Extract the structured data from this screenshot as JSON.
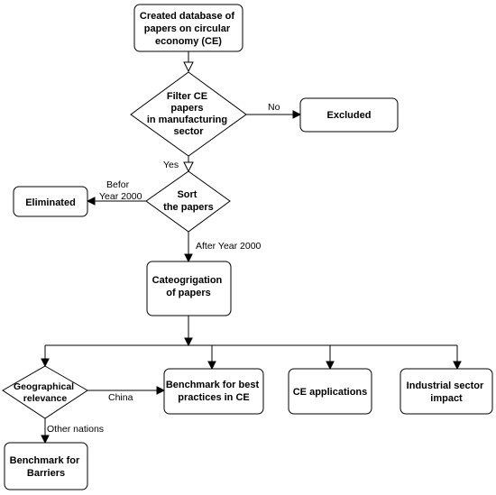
{
  "nodes": {
    "created_db": [
      "Created database of",
      "papers on circular",
      "economy (CE)"
    ],
    "filter": [
      "Filter CE",
      "papers",
      "in manufacturing",
      "sector"
    ],
    "excluded": [
      "Excluded"
    ],
    "sort": [
      "Sort",
      "the papers"
    ],
    "eliminated": [
      "Eliminated"
    ],
    "categorization": [
      "Cateogrigation",
      "of papers"
    ],
    "geo": [
      "Geographical",
      "relevance"
    ],
    "benchmark_best": [
      "Benchmark for best",
      "practices in CE"
    ],
    "ce_apps": [
      "CE applications"
    ],
    "industrial": [
      "Industrial sector",
      "impact"
    ],
    "benchmark_barriers": [
      "Benchmark for",
      "Barriers"
    ]
  },
  "edges": {
    "no": "No",
    "yes": "Yes",
    "before_2000": [
      "Befor",
      "Year 2000"
    ],
    "after_2000": "After Year 2000",
    "china": "China",
    "other_nations": "Other nations"
  }
}
